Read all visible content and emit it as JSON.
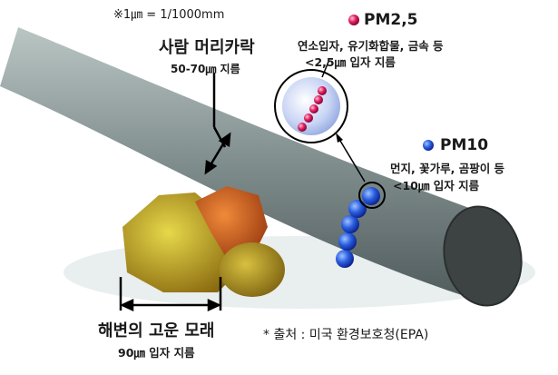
{
  "note": "※1㎛ = 1/1000mm",
  "hair": {
    "title": "사람 머리카락",
    "size": "50-70㎛ 지름"
  },
  "pm25": {
    "label": "PM2,5",
    "desc": "연소입자, 유기화합물, 금속 등",
    "size": "<2,5㎛ 입자 지름",
    "color": "#e0205a"
  },
  "pm10": {
    "label": "PM10",
    "desc": "먼지, 꽃가루, 곰팡이 등",
    "size": "<10㎛ 입자 지름",
    "color": "#3a4fc0"
  },
  "sand": {
    "title": "해변의 고운 모래",
    "size": "90㎛ 입자 지름"
  },
  "source": "* 출처 : 미국 환경보호청(EPA)"
}
